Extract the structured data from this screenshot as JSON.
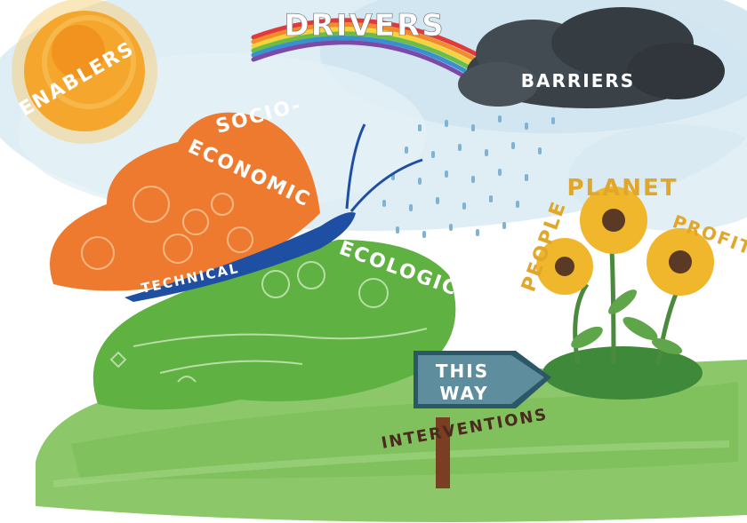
{
  "labels": {
    "drivers": "DRIVERS",
    "enablers": "ENABLERS",
    "barriers": "BARRIERS",
    "socio": "SOCIO-",
    "economic": "ECONOMIC",
    "technical": "TECHNICAL",
    "ecological": "ECOLOGICAL",
    "people": "PEOPLE",
    "planet": "PLANET",
    "profit": "PROFIT",
    "sign_line1": "THIS",
    "sign_line2": "WAY",
    "interventions": "INTERVENTIONS"
  },
  "colors": {
    "sky": "#d8e9f2",
    "sun": "#f4a72c",
    "cloud": "#3a4147",
    "rain": "#7fb3d5",
    "butterfly_orange": "#ee7a2f",
    "butterfly_green": "#5fb141",
    "butterfly_body": "#1f4fa3",
    "grass": "#7dbf5a",
    "flower_petal": "#f0b62c",
    "flower_center": "#5a3a24",
    "sign": "#4e7f8f",
    "post": "#7a3f22",
    "label_text": "#ffffff",
    "flower_label_text": "#e0a72a",
    "intervention_text": "#4a2a1f"
  }
}
